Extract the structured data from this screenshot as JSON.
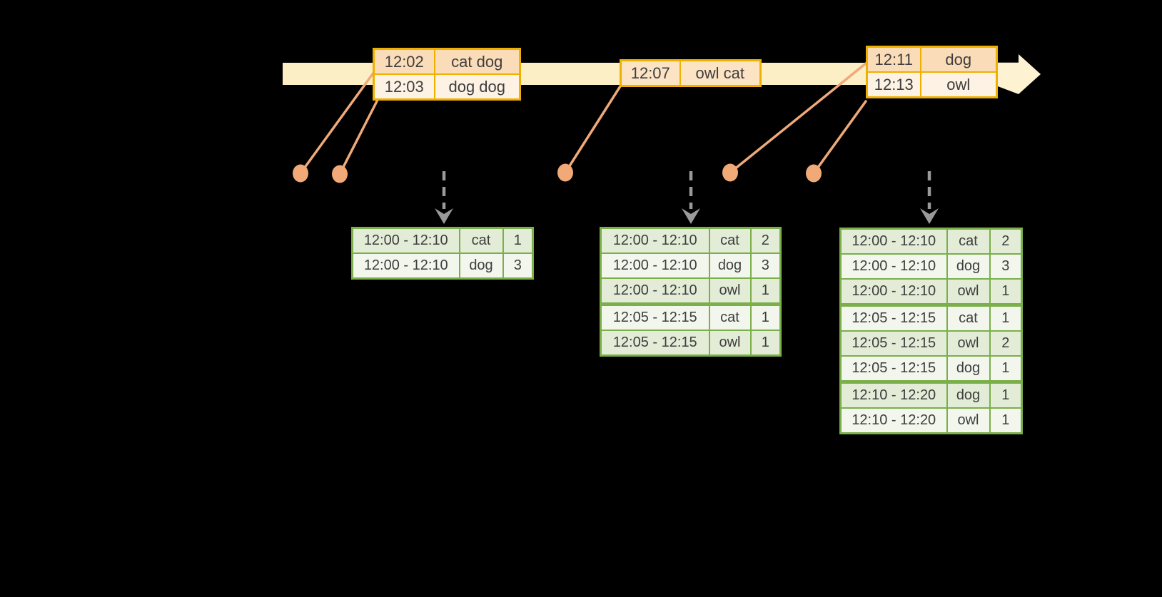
{
  "diagram": {
    "kind": "streaming-windowed-counts-timeline",
    "timeline": {
      "event_tables": [
        {
          "rows": [
            {
              "time": "12:02",
              "words": "cat dog"
            },
            {
              "time": "12:03",
              "words": "dog dog"
            }
          ]
        },
        {
          "rows": [
            {
              "time": "12:07",
              "words": "owl cat"
            }
          ]
        },
        {
          "rows": [
            {
              "time": "12:11",
              "words": "dog"
            },
            {
              "time": "12:13",
              "words": "owl"
            }
          ]
        }
      ]
    },
    "result_tables": [
      {
        "rows": [
          {
            "window": "12:00 - 12:10",
            "word": "cat",
            "count": "1"
          },
          {
            "window": "12:00 - 12:10",
            "word": "dog",
            "count": "3"
          }
        ]
      },
      {
        "rows": [
          {
            "window": "12:00 - 12:10",
            "word": "cat",
            "count": "2"
          },
          {
            "window": "12:00 - 12:10",
            "word": "dog",
            "count": "3"
          },
          {
            "window": "12:00 - 12:10",
            "word": "owl",
            "count": "1"
          },
          {
            "window": "12:05 - 12:15",
            "word": "cat",
            "count": "1"
          },
          {
            "window": "12:05 - 12:15",
            "word": "owl",
            "count": "1"
          }
        ]
      },
      {
        "rows": [
          {
            "window": "12:00 - 12:10",
            "word": "cat",
            "count": "2"
          },
          {
            "window": "12:00 - 12:10",
            "word": "dog",
            "count": "3"
          },
          {
            "window": "12:00 - 12:10",
            "word": "owl",
            "count": "1"
          },
          {
            "window": "12:05 - 12:15",
            "word": "cat",
            "count": "1"
          },
          {
            "window": "12:05 - 12:15",
            "word": "owl",
            "count": "2"
          },
          {
            "window": "12:05 - 12:15",
            "word": "dog",
            "count": "1"
          },
          {
            "window": "12:10 - 12:20",
            "word": "dog",
            "count": "1"
          },
          {
            "window": "12:10 - 12:20",
            "word": "owl",
            "count": "1"
          }
        ]
      }
    ],
    "colors": {
      "background": "#000000",
      "timeline_band": "#fcefc6",
      "timeline_arrowhead": "#fdf3d3",
      "event_table_border": "#efb000",
      "event_cell_peach": "#fadcb8",
      "event_cell_medium": "#fce3c4",
      "event_cell_cream": "#fdf2e3",
      "connector_salmon": "#f0a979",
      "trigger_arrow_gray": "#9a9a9a",
      "result_table_border": "#7aaf4a",
      "result_cell_tint": "#e2ecd6",
      "result_cell_light": "#f2f6ed",
      "text": "#3e3e3e"
    }
  }
}
